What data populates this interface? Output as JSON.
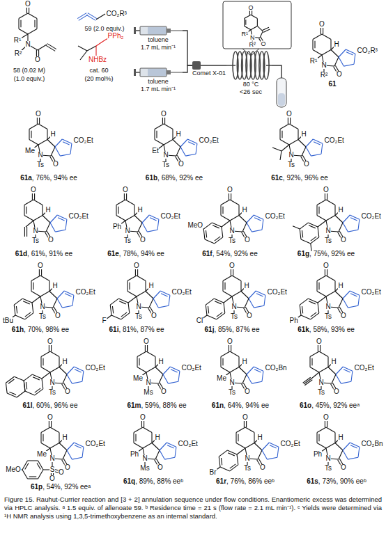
{
  "diagram": {
    "caption": "Figure 15. Rauhut-Currier reaction and [3 + 2] annulation sequence under flow conditions. Enantiomeric excess was determined via HPLC analysis. ᵃ 1.5 equiv. of allenoate 59. ᵇ Residence time = 21 s (flow rate = 2.1 mL min⁻¹). ᶜ Yields were determined via ¹H NMR analysis using 1,3,5-trimethoxybenzene as an internal standard.",
    "nodes": [
      {
        "text": [
          "toluene",
          "1.7 mL min⁻¹"
        ]
      },
      {
        "text": [
          "toluene",
          "1.7 mL min⁻¹"
        ]
      },
      {
        "text": [
          "Comet X-01"
        ]
      },
      {
        "text": [
          "80 °C",
          "<26 sec"
        ]
      }
    ],
    "edges": [
      {
        "from": 0,
        "to": 2,
        "arrow": "none"
      },
      {
        "from": 1,
        "to": 2,
        "arrow": "none"
      },
      {
        "from": 2,
        "to": 3,
        "arrow": "none"
      }
    ],
    "labels": [
      "O",
      "R¹",
      "N",
      "R²",
      "O",
      "58 (0.02 M)",
      "(1.0 equiv.)",
      "CO₂R³",
      "59 (2.0 equiv.)",
      "PPh₂",
      "NHBz",
      "cat. 60",
      "(20 mol%)",
      "O",
      "R¹",
      "N",
      "R²",
      "O",
      "O",
      "H",
      "CO₂R³",
      "R¹",
      "N",
      "R²",
      "O",
      "61",
      "O",
      "H",
      "CO₂Et",
      "Me",
      "N",
      "Ts",
      "O",
      "61a",
      ", 76%, 94% ee",
      "O",
      "H",
      "CO₂Et",
      "Et",
      "N",
      "Ts",
      "O",
      "61b",
      ", 68%, 92% ee",
      "O",
      "H",
      "CO₂Et",
      "N",
      "Ts",
      "O",
      "61c",
      ", 92%, 96% ee",
      "O",
      "H",
      "CO₂Et",
      "N",
      "Ts",
      "O",
      "61d",
      ", 61%, 91% ee",
      "O",
      "H",
      "CO₂Et",
      "Ph",
      "N",
      "Ts",
      "O",
      "61e",
      ", 78%, 94% ee",
      "O",
      "H",
      "CO₂Et",
      "MeO",
      "N",
      "Ts",
      "O",
      "61f",
      ", 54%, 92% ee",
      "O",
      "H",
      "CO₂Et",
      "N",
      "Ts",
      "O",
      "61g",
      ", 75%, 92% ee",
      "O",
      "H",
      "CO₂Et",
      "tBu",
      "N",
      "Ts",
      "O",
      "61h",
      ", 70%, 98% ee",
      "O",
      "H",
      "CO₂Et",
      "F",
      "N",
      "Ts",
      "O",
      "61i",
      ", 81%, 87% ee",
      "O",
      "H",
      "CO₂Et",
      "Cl",
      "N",
      "Ts",
      "O",
      "61j",
      ", 85%, 87% ee",
      "O",
      "H",
      "CO₂Et",
      "Ph",
      "N",
      "Ts",
      "O",
      "61k",
      ", 58%, 93% ee",
      "O",
      "H",
      "CO₂Et",
      "N",
      "Ts",
      "O",
      "61l",
      ", 60%, 96% ee",
      "O",
      "H",
      "CO₂Et",
      "Me",
      "N",
      "Ms",
      "O",
      "61m",
      ", 59%, 88% ee",
      "O",
      "H",
      "CO₂Bn",
      "Me",
      "N",
      "Ts",
      "O",
      "61n",
      ", 64%, 94% ee",
      "O",
      "H",
      "CO₂Et",
      "N",
      "Ts",
      "O",
      "61o",
      ", 45%, 92% ee",
      "a",
      "O",
      "H",
      "CO₂Et",
      "Me",
      "N",
      "O",
      "S",
      "O",
      "MeO",
      "O",
      "61p",
      ", 54%, 92% ee",
      "a",
      "O",
      "H",
      "CO₂Et",
      "Ph",
      "N",
      "Ms",
      "O",
      "61q",
      ", 89%, 88% ee",
      "b",
      "O",
      "H",
      "CO₂Et",
      "Br",
      "N",
      "Ts",
      "O",
      "61r",
      ", 76%, 86% ee",
      "b",
      "O",
      "H",
      "CO₂Bn",
      "Ph",
      "N",
      "Ts",
      "O",
      "61s",
      ", 73%, 90% ee",
      "b"
    ]
  }
}
